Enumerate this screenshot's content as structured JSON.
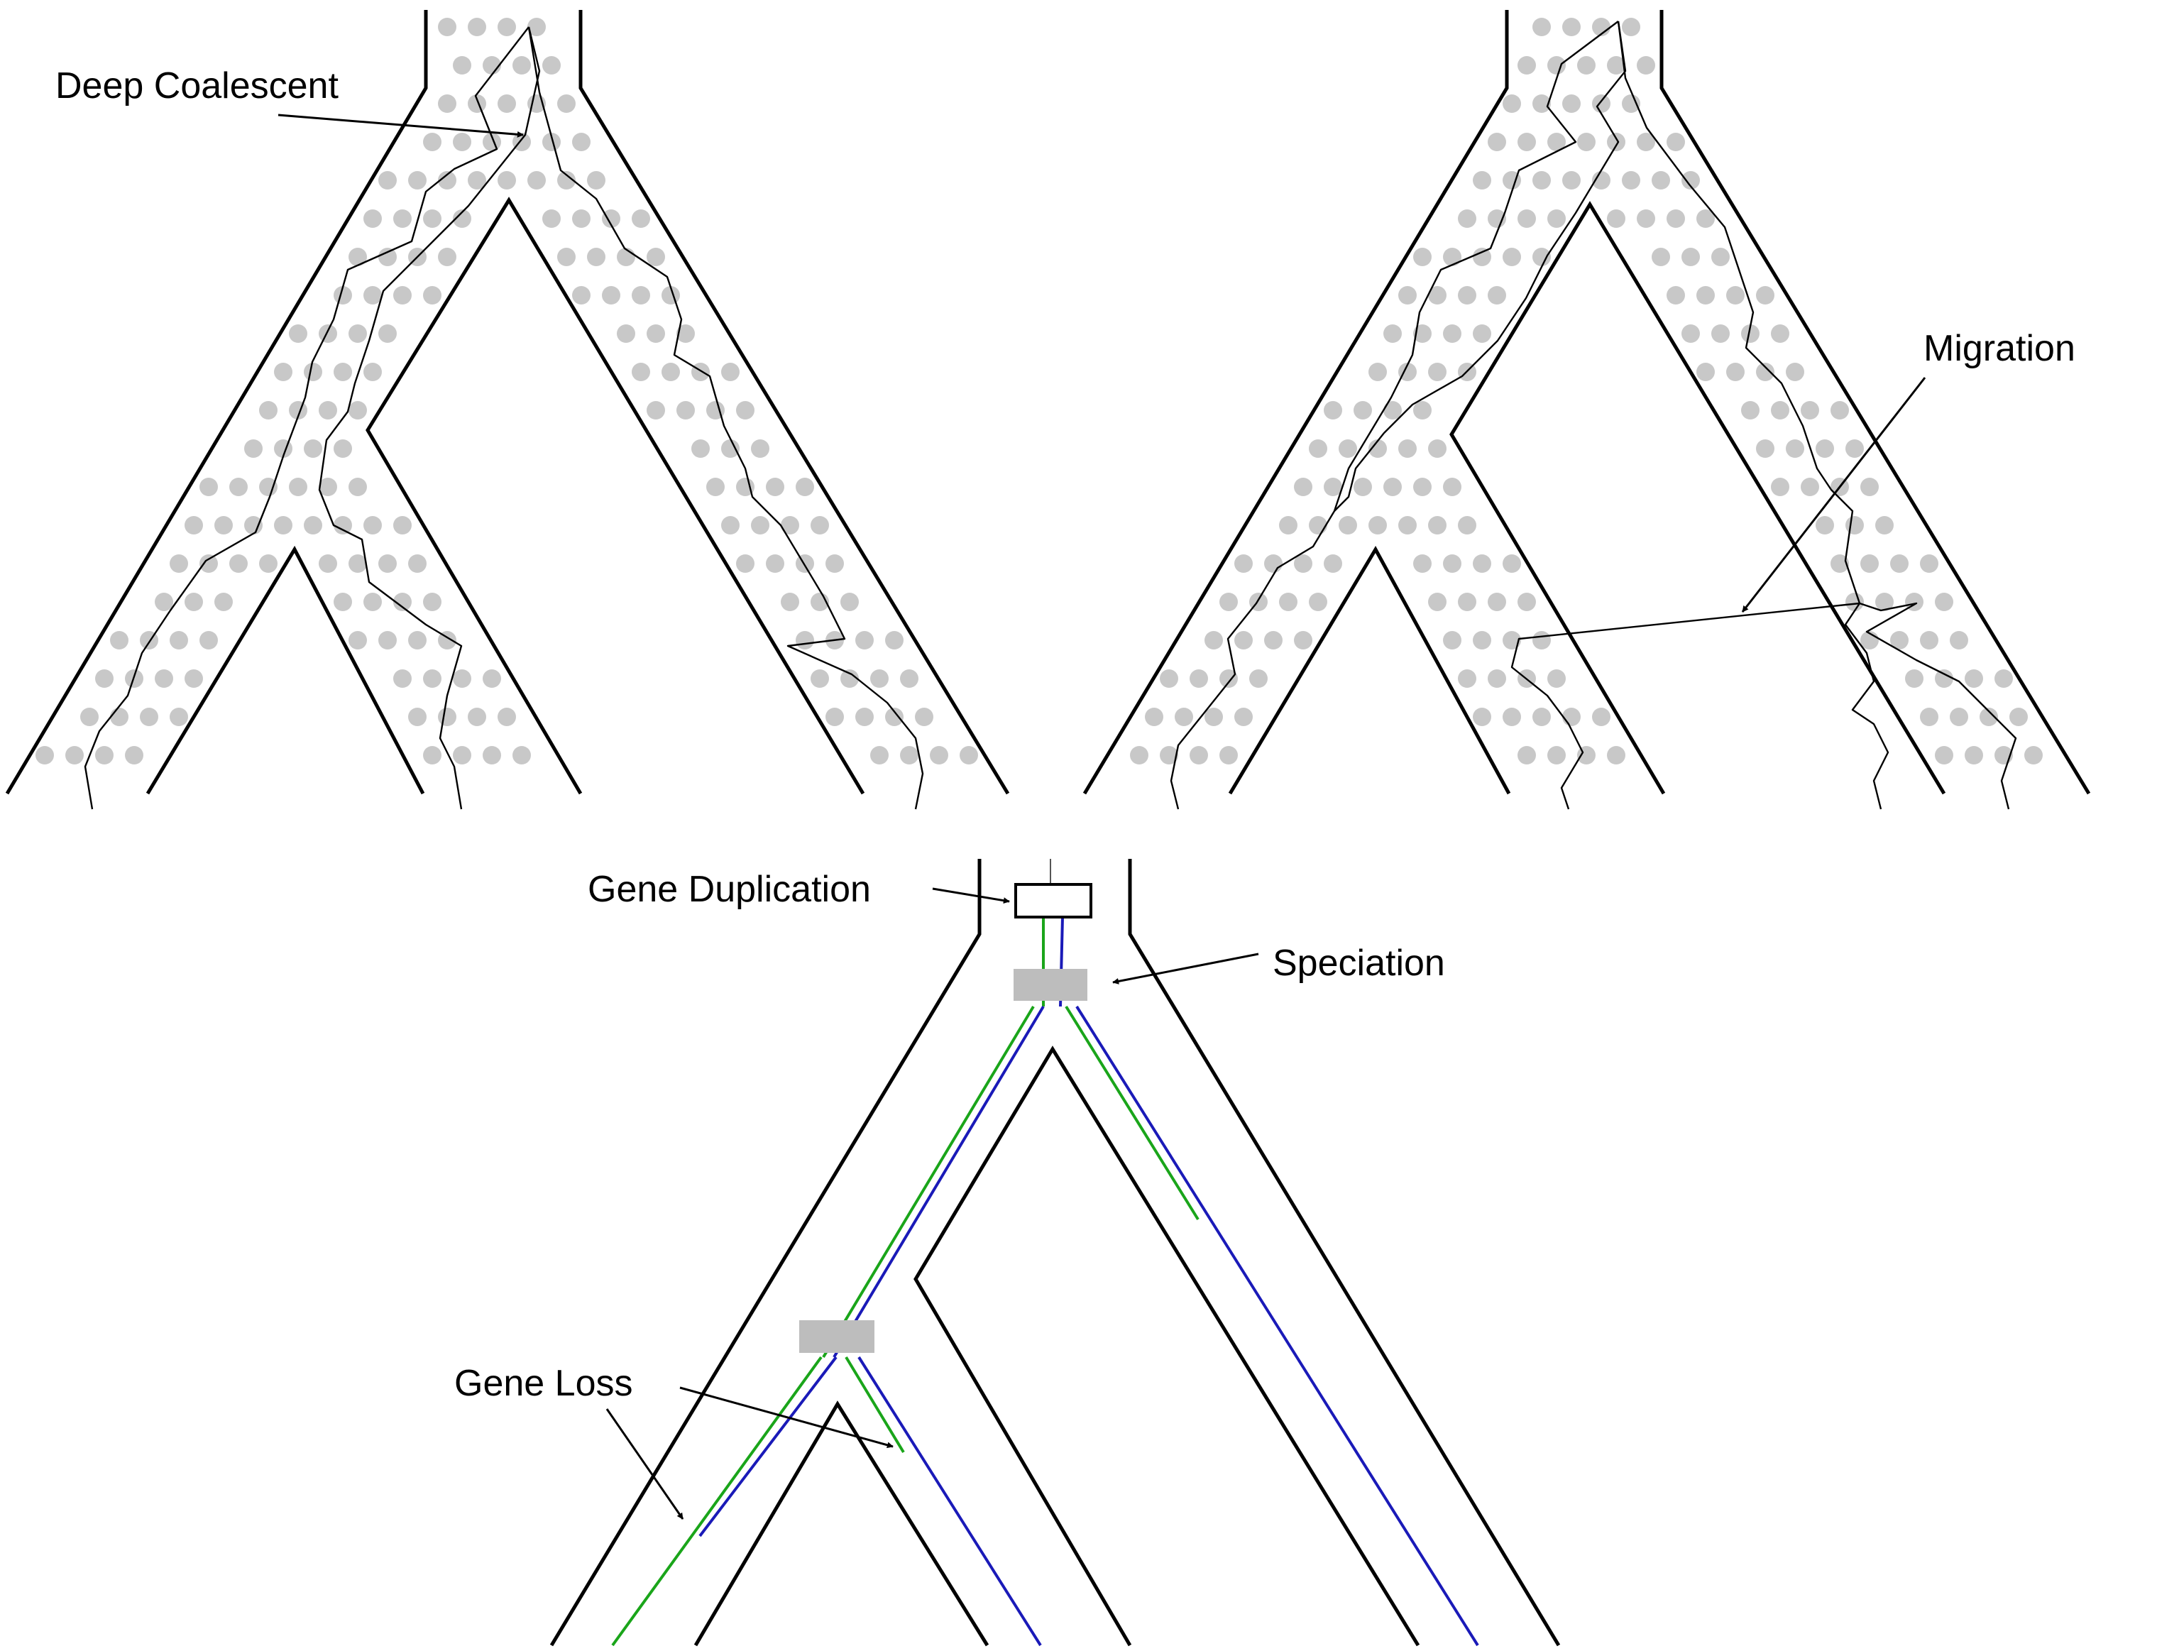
{
  "labels": {
    "deep_coalescent": "Deep Coalescent",
    "migration": "Migration",
    "gene_duplication": "Gene Duplication",
    "speciation": "Speciation",
    "gene_loss": "Gene Loss"
  },
  "colors": {
    "wall": "#000000",
    "population_dot": "#c8c8c8",
    "gene_copy_a": "#1aa51a",
    "gene_copy_b": "#1a1ab8",
    "event_box": "#bdbdbd"
  }
}
